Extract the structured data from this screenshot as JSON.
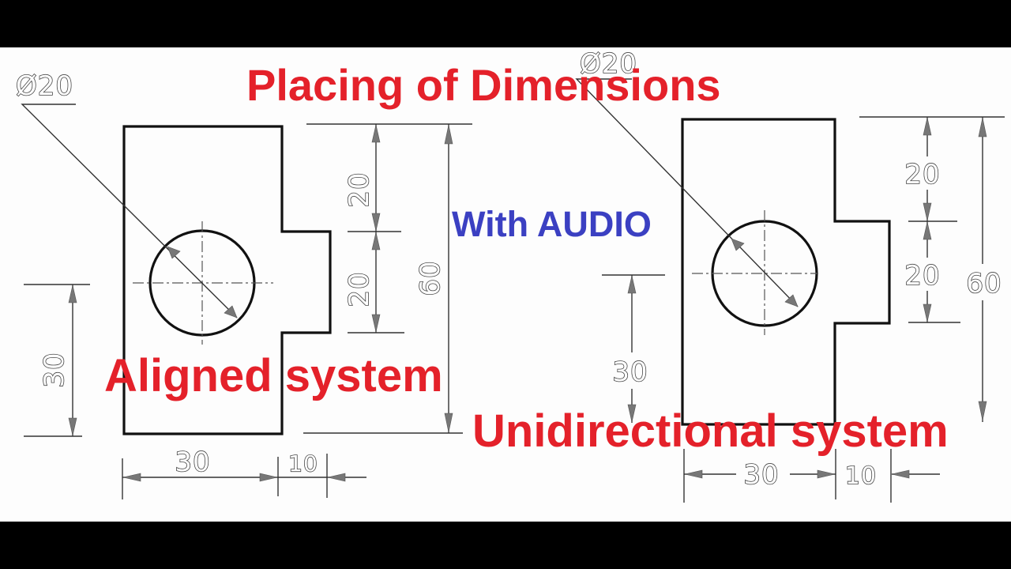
{
  "title": "Placing of Dimensions",
  "audio_label": "With AUDIO",
  "aligned_drawing": {
    "caption": "Aligned system",
    "diameter": "Ø20",
    "dims": {
      "upper_20": "20",
      "lower_20": "20",
      "overall_60": "60",
      "left_30": "30",
      "bottom_30": "30",
      "bottom_10": "10"
    }
  },
  "unidirectional_drawing": {
    "caption": "Unidirectional system",
    "diameter": "Ø20",
    "dims": {
      "upper_20": "20",
      "lower_20": "20",
      "overall_60": "60",
      "left_30": "30",
      "bottom_30": "30",
      "bottom_10": "10"
    }
  },
  "colors": {
    "title_red": "#e4212a",
    "audio_blue": "#3b40c2",
    "paper": "#fdfdfd",
    "letterbox": "#000000"
  }
}
